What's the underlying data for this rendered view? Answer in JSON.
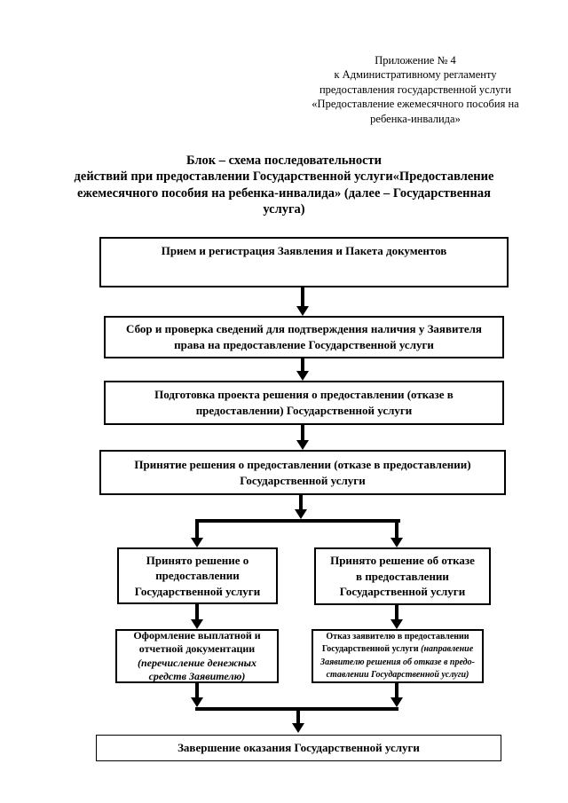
{
  "page": {
    "header": "Приложение № 4\nк Административному регламенту\nпредоставления государственной услуги\n«Предоставление ежемесячного пособия на\nребенка-инвалида»",
    "title": "Блок – схема последовательности\nдействий при предоставлении Государственной услуги«Предоставление\nежемесячного пособия на ребенка-инвалида» (далее – Государственная\nуслуга)"
  },
  "flowchart": {
    "boxes": {
      "reception": "Прием и регистрация Заявления и Пакета документов",
      "verification": "Сбор и проверка сведений для подтверждения наличия у Заявителя\nправа  на предоставление Государственной услуги",
      "draft_decision": "Подготовка проекта решения о предоставлении (отказе в\nпредоставлении) Государственной услуги",
      "decision": "Принятие решения о предоставлении (отказе в предоставлении)\nГосударственной услуги",
      "approved": "Принято решение о\nпредоставлении\nГосударственной услуги",
      "refused": "Принято решение об отказе\nв  предоставлении\nГосударственной услуги",
      "payment_main": "Оформление выплатной и\nотчетной документации\n",
      "payment_note": "(перечисление денежных\nсредств Заявителю)",
      "refusal_main": "Отказ заявителю в предоставлении\nГосударственной услуги ",
      "refusal_note": "(направление\nЗаявителю решения об отказе в предо-\nставлении Государственной услуги)",
      "completion": "Завершение оказания Государственной услуги"
    },
    "colors": {
      "line": "#000000",
      "background": "#ffffff"
    }
  }
}
